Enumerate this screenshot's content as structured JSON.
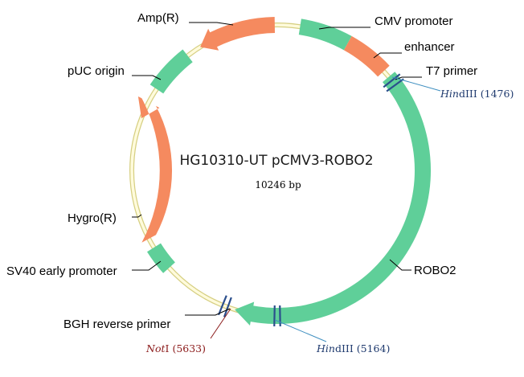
{
  "plasmid": {
    "name": "HG10310-UT pCMV3-ROBO2",
    "size_label": "10246 bp"
  },
  "colors": {
    "backbone_fill": "#fffbdc",
    "backbone_stroke": "#d6cf82",
    "feature_green": "#5fcf99",
    "feature_orange": "#f58a5f",
    "cut_site_blue": "#2b4f8c",
    "notI_label": "#8b1a1a",
    "hind_label": "#1f3a6e",
    "hind_leader": "#3f8fc0"
  },
  "features": {
    "cmv_promoter": "CMV promoter",
    "enhancer": "enhancer",
    "t7_primer": "T7 primer",
    "robo2": "ROBO2",
    "bgh_reverse_primer": "BGH reverse primer",
    "sv40_early_promoter": "SV40 early promoter",
    "hygro": "Hygro(R)",
    "puc_origin": "pUC origin",
    "amp": "Amp(R)"
  },
  "sites": {
    "hind1": {
      "enzyme_italic": "Hin",
      "enzyme_rest": "dIII",
      "position": "(1476)"
    },
    "hind2": {
      "enzyme_italic": "Hin",
      "enzyme_rest": "dIII",
      "position": "(5164)"
    },
    "noti": {
      "enzyme_italic": "Not",
      "enzyme_rest": "I",
      "position": "(5633)"
    }
  }
}
